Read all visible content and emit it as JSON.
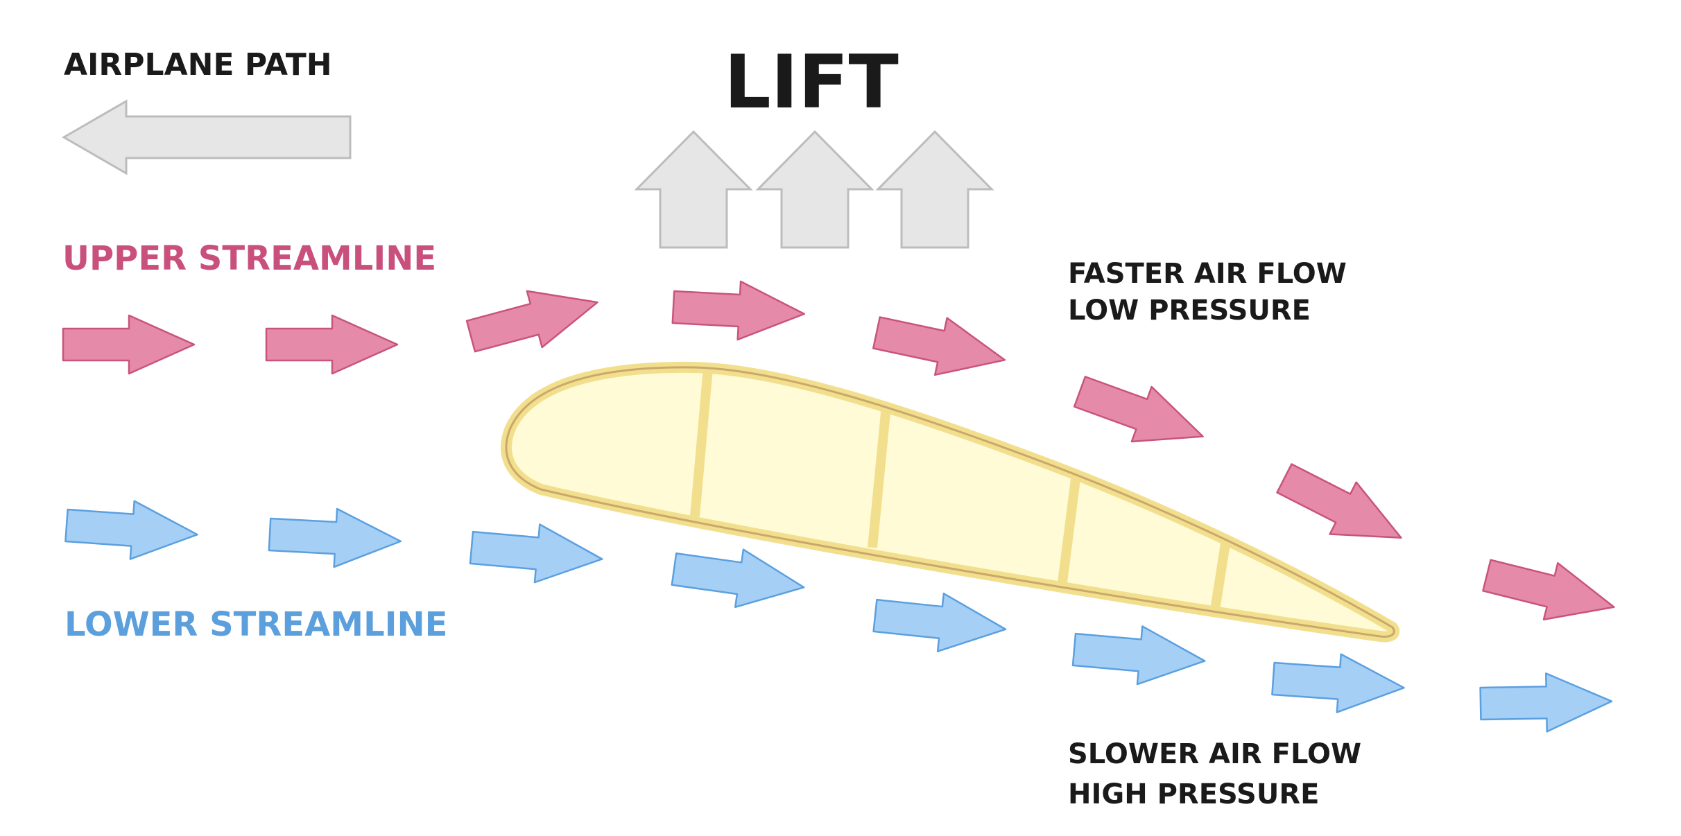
{
  "title": "LIFT",
  "labels": {
    "airplane_path": "AIRPLANE PATH",
    "upper_streamline": "UPPER STREAMLINE",
    "lower_streamline": "LOWER STREAMLINE",
    "upper_flow_line1": "FASTER AIR FLOW",
    "upper_flow_line2": "LOW PRESSURE",
    "lower_flow_line1": "SLOWER AIR FLOW",
    "lower_flow_line2": "HIGH PRESSURE"
  },
  "colors": {
    "upper": "#e58aa8",
    "upper_stroke": "#c9547a",
    "upper_text": "#c9507c",
    "lower": "#a6cff5",
    "lower_stroke": "#5aa0e0",
    "lower_text": "#5b9fdc",
    "lift_arrow": "#e6e6e6",
    "lift_arrow_stroke": "#bcbcbc",
    "wing_fill": "#fffbd6",
    "wing_stroke": "#f2df8e",
    "wing_outline": "#c9a86a",
    "text": "#1a1a1a"
  },
  "icons": {
    "airplane_path": "arrow-left-icon",
    "lift": "arrow-up-icon",
    "streamline": "arrow-right-icon"
  }
}
